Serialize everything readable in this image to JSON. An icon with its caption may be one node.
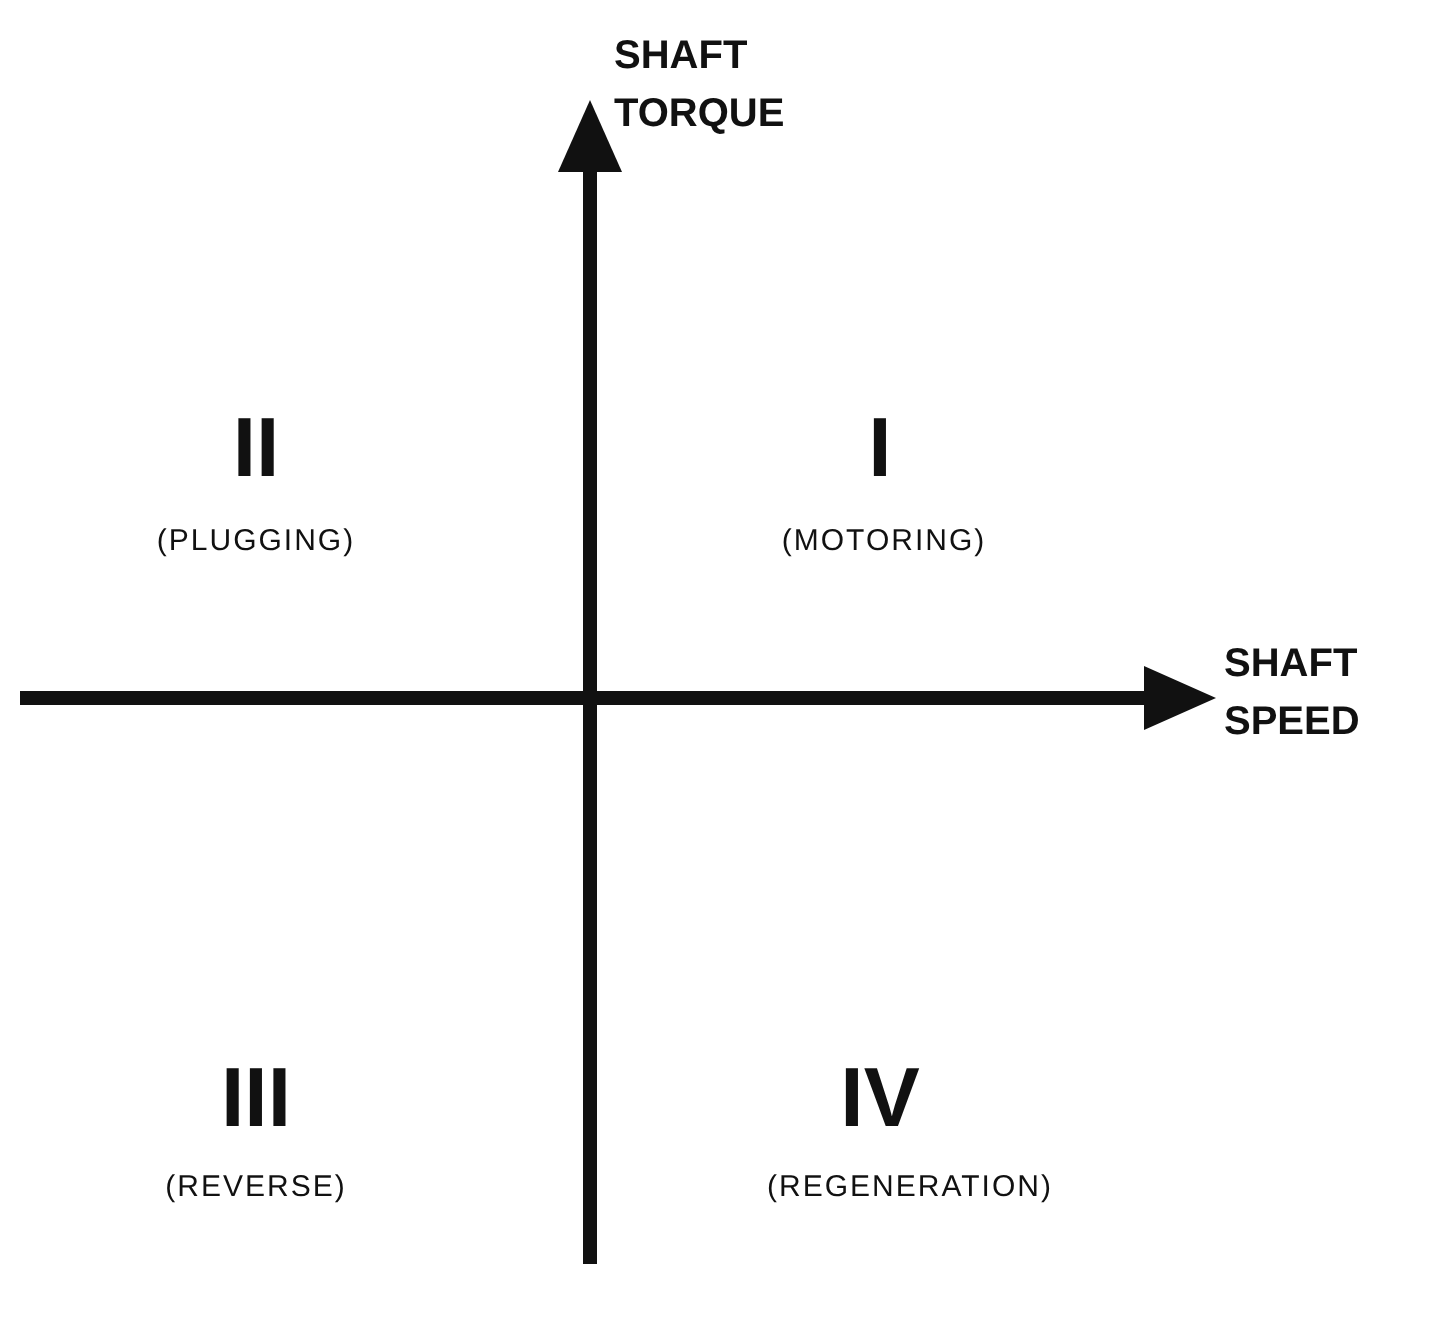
{
  "diagram": {
    "labels": [
      "SHAFT TORQUE",
      "II",
      "(PLUGGING)",
      "I",
      "(MOTORING)",
      "SHAFT SPEED",
      "III",
      "(REVERSE)",
      "IV",
      "(REGENERATION)"
    ]
  }
}
